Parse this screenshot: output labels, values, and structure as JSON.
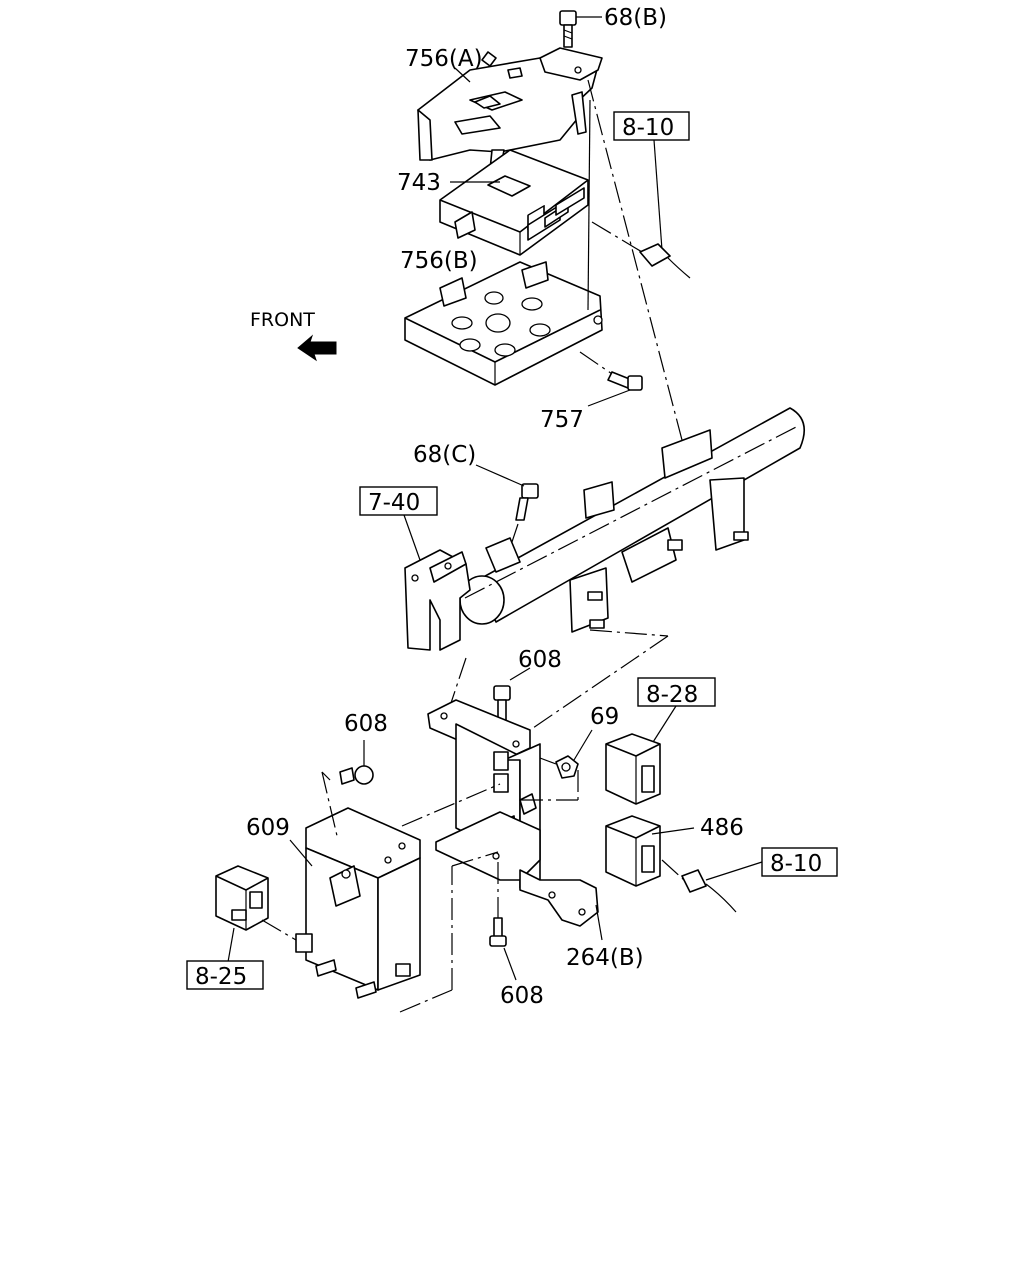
{
  "diagram": {
    "direction_label": "FRONT",
    "callouts": {
      "bolt_68b": "68(B)",
      "bracket_756a": "756(A)",
      "ref_8_10_top": "8-10",
      "unit_743": "743",
      "bracket_756b": "756(B)",
      "bolt_757": "757",
      "bolt_68c": "68(C)",
      "ref_7_40": "7-40",
      "bolt_608_upper": "608",
      "ref_8_28": "8-28",
      "bolt_608_left": "608",
      "nut_69": "69",
      "bracket_609": "609",
      "unit_486": "486",
      "ref_8_10_right": "8-10",
      "ref_8_25": "8-25",
      "bracket_264b": "264(B)",
      "bolt_608_lower": "608"
    }
  }
}
